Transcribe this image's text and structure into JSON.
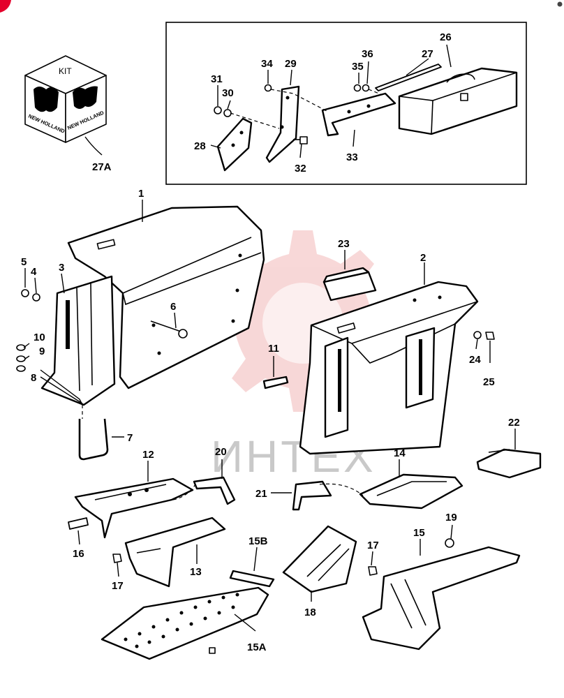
{
  "watermark": "ИНТЕХ",
  "kit": {
    "header": "KIT",
    "brand": "NEW HOLLAND",
    "part_number": "27A"
  },
  "callouts": {
    "c1": "1",
    "c2": "2",
    "c3": "3",
    "c4": "4",
    "c5": "5",
    "c6": "6",
    "c7": "7",
    "c8": "8",
    "c9": "9",
    "c10": "10",
    "c11": "11",
    "c12": "12",
    "c13": "13",
    "c14": "14",
    "c15": "15",
    "c15a": "15A",
    "c15b": "15B",
    "c16": "16",
    "c17a": "17",
    "c17b": "17",
    "c18": "18",
    "c19": "19",
    "c20": "20",
    "c21": "21",
    "c22": "22",
    "c23": "23",
    "c24": "24",
    "c25": "25",
    "c26": "26",
    "c27": "27",
    "c28": "28",
    "c29": "29",
    "c30": "30",
    "c31": "31",
    "c32": "32",
    "c33": "33",
    "c34": "34",
    "c35": "35",
    "c36": "36"
  },
  "colors": {
    "line": "#000000",
    "watermark_red": "#f2b8b8",
    "corner_badge": "#e4002b"
  }
}
